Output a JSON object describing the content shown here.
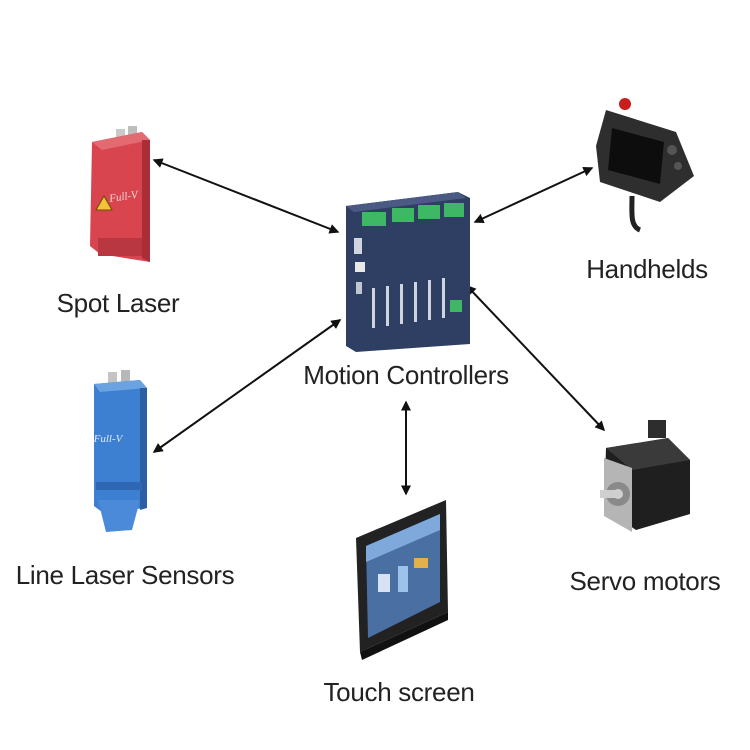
{
  "nodes": {
    "center": {
      "label": "Motion Controllers"
    },
    "spot_laser": {
      "label": "Spot Laser",
      "brand": "Full-V"
    },
    "line_laser": {
      "label": "Line Laser Sensors",
      "brand": "Full-V"
    },
    "handhelds": {
      "label": "Handhelds"
    },
    "servo": {
      "label": "Servo motors"
    },
    "touch": {
      "label": "Touch screen"
    }
  },
  "colors": {
    "arrow": "#111111",
    "spot_laser_body": "#d8454f",
    "line_laser_body": "#3d7fd0",
    "controller_body": "#2f3f63",
    "terminal_green": "#3fb866",
    "text": "#222222"
  }
}
